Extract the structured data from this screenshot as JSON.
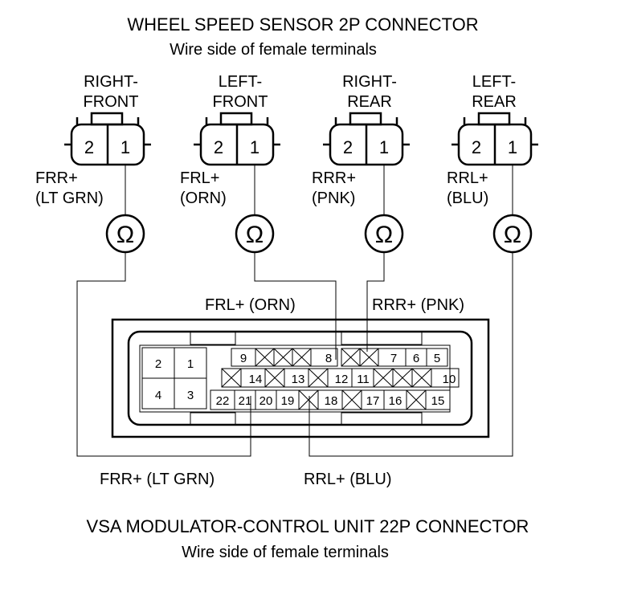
{
  "header": {
    "title": "WHEEL SPEED SENSOR 2P CONNECTOR",
    "subtitle": "Wire side of female terminals"
  },
  "footer": {
    "title": "VSA MODULATOR-CONTROL UNIT 22P CONNECTOR",
    "subtitle": "Wire side of female terminals"
  },
  "sensors": [
    {
      "line1": "RIGHT-",
      "line2": "FRONT",
      "pin_left": "2",
      "pin_right": "1",
      "wire_label": "FRR+",
      "wire_color": "(LT GRN)"
    },
    {
      "line1": "LEFT-",
      "line2": "FRONT",
      "pin_left": "2",
      "pin_right": "1",
      "wire_label": "FRL+",
      "wire_color": "(ORN)"
    },
    {
      "line1": "RIGHT-",
      "line2": "REAR",
      "pin_left": "2",
      "pin_right": "1",
      "wire_label": "RRR+",
      "wire_color": "(PNK)"
    },
    {
      "line1": "LEFT-",
      "line2": "REAR",
      "pin_left": "2",
      "pin_right": "1",
      "wire_label": "RRL+",
      "wire_color": "(BLU)"
    }
  ],
  "ohm_symbol": "Ω",
  "module_labels": {
    "frl": "FRL+ (ORN)",
    "rrr": "RRR+ (PNK)",
    "frr": "FRR+ (LT GRN)",
    "rrl": "RRL+ (BLU)"
  },
  "module_pins": {
    "big": [
      "2",
      "1",
      "4",
      "3"
    ],
    "row1": [
      "9",
      "",
      "",
      "",
      "8",
      "",
      "",
      "7",
      "6",
      "5"
    ],
    "row2": [
      "",
      "14",
      "",
      "13",
      "",
      "12",
      "11",
      "",
      "",
      "",
      "10"
    ],
    "row3": [
      "22",
      "21",
      "20",
      "19",
      "",
      "18",
      "",
      "17",
      "16",
      "",
      "15"
    ]
  }
}
